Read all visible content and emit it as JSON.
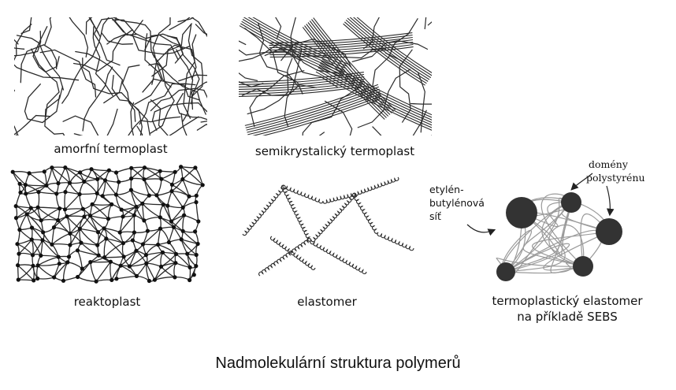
{
  "panels": {
    "amorphous": "amorfní termoplast",
    "semicrystalline": "semikrystalický termoplast",
    "thermoset": "reaktoplast",
    "elastomer": "elastomer",
    "tpe_line1": "termoplastický elastomer",
    "tpe_line2": "na příkladě SEBS"
  },
  "annotations": {
    "network_line1": "etylén-",
    "network_line2": "butylénová",
    "network_line3": "síť",
    "domains_line1": "domény",
    "domains_line2": "polystyrénu"
  },
  "caption": "Nadmolekulární struktura polymerů",
  "colors": {
    "ink": "#2a2a2a",
    "domain": "#333333",
    "chain_gray": "#9a9a9a"
  }
}
